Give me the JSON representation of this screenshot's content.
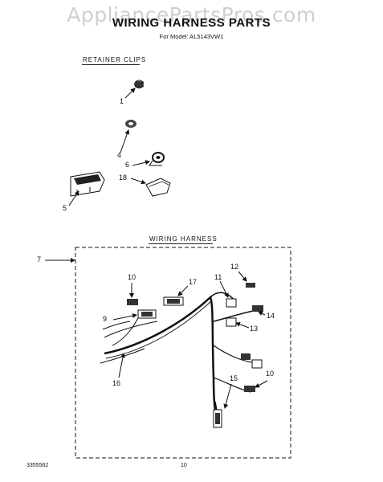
{
  "watermark": "AppliancePartsPros.com",
  "title": "WIRING HARNESS PARTS",
  "model": "For Model: AL5143VW1",
  "sections": {
    "retainer_clips": "RETAINER CLIPS",
    "wiring_harness": "WIRING HARNESS"
  },
  "callouts": {
    "c1": "1",
    "c4": "4",
    "c6": "6",
    "c18": "18",
    "c5": "5",
    "c7": "7",
    "c10a": "10",
    "c17": "17",
    "c11": "11",
    "c12": "12",
    "c9": "9",
    "c14": "14",
    "c13": "13",
    "c16": "16",
    "c15": "15",
    "c10b": "10"
  },
  "footer": {
    "part_code": "3355562",
    "page_number": "10"
  }
}
